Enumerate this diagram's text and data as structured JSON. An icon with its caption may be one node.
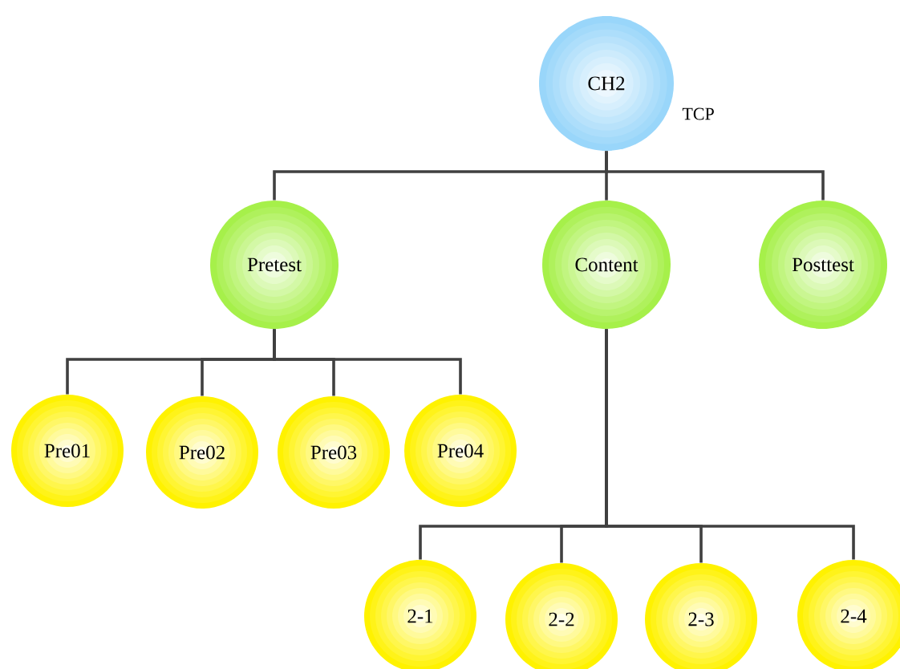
{
  "diagram": {
    "nodes": [
      {
        "text": [
          "CH2"
        ],
        "beside": [
          "TCP"
        ]
      },
      {
        "text": [
          "Pretest"
        ]
      },
      {
        "text": [
          "Content"
        ]
      },
      {
        "text": [
          "Posttest"
        ]
      },
      {
        "text": [
          "Pre01"
        ]
      },
      {
        "text": [
          "Pre02"
        ]
      },
      {
        "text": [
          "Pre03"
        ]
      },
      {
        "text": [
          "Pre04"
        ]
      },
      {
        "text": [
          "2-1"
        ]
      },
      {
        "text": [
          "2-2"
        ]
      },
      {
        "text": [
          "2-3"
        ]
      },
      {
        "text": [
          "2-4"
        ]
      }
    ],
    "edges": [
      {
        "from": 0,
        "to": 1,
        "arrow": "none"
      },
      {
        "from": 0,
        "to": 2,
        "arrow": "none"
      },
      {
        "from": 0,
        "to": 3,
        "arrow": "none"
      },
      {
        "from": 1,
        "to": 4,
        "arrow": "none"
      },
      {
        "from": 1,
        "to": 5,
        "arrow": "none"
      },
      {
        "from": 1,
        "to": 6,
        "arrow": "none"
      },
      {
        "from": 1,
        "to": 7,
        "arrow": "none"
      },
      {
        "from": 2,
        "to": 8,
        "arrow": "none"
      },
      {
        "from": 2,
        "to": 9,
        "arrow": "none"
      },
      {
        "from": 2,
        "to": 10,
        "arrow": "none"
      },
      {
        "from": 2,
        "to": 11,
        "arrow": "none"
      }
    ]
  }
}
